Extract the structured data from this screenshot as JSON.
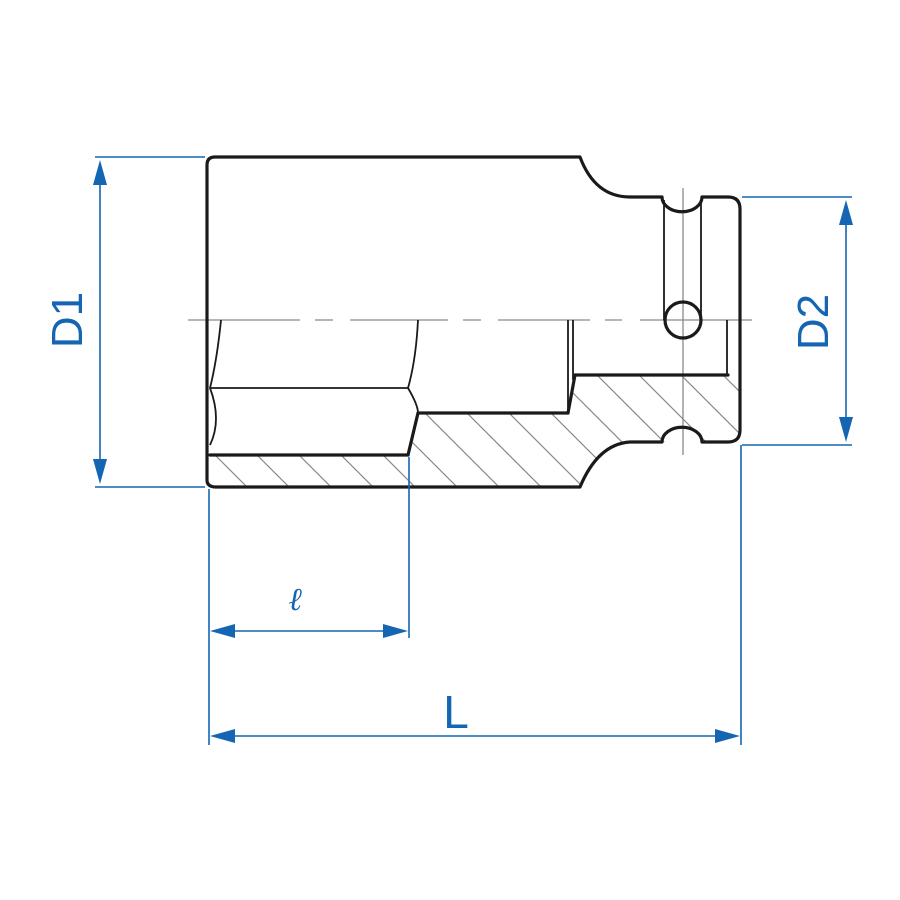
{
  "diagram": {
    "subject": "impact socket cross-section",
    "colors": {
      "outline": "#1a1a1a",
      "centerline": "#8a8a8a",
      "hatch": "#8a8a8a",
      "dimension": "#1466b3",
      "background": "#ffffff"
    },
    "dimensions": {
      "d1": {
        "label": "D1",
        "description": "outer diameter (drive end of socket head)"
      },
      "d2": {
        "label": "D2",
        "description": "drive end outer diameter"
      },
      "l_small": {
        "label": "ℓ",
        "description": "hex bore depth"
      },
      "l_total": {
        "label": "L",
        "description": "overall length"
      }
    }
  }
}
